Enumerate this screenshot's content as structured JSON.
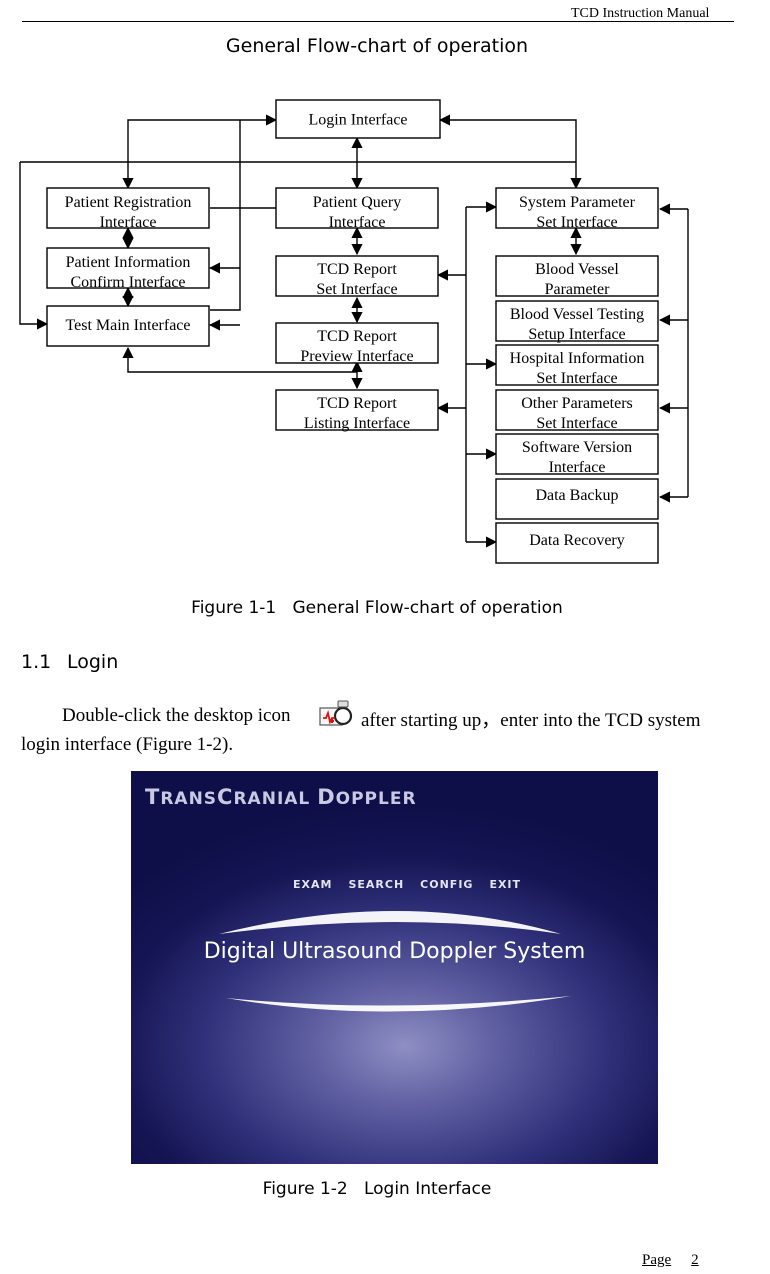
{
  "header": {
    "manual_title": "TCD Instruction Manual"
  },
  "chart_title": "General Flow-chart of operation",
  "flowchart": {
    "login": {
      "line1": "Login Interface"
    },
    "left": [
      {
        "line1": "Patient Registration",
        "line2": "Interface"
      },
      {
        "line1": "Patient Information",
        "line2": "Confirm Interface"
      },
      {
        "line1": "Test Main Interface"
      }
    ],
    "middle": [
      {
        "line1": "Patient Query",
        "line2": "Interface"
      },
      {
        "line1": "TCD Report",
        "line2": "Set Interface"
      },
      {
        "line1": "TCD Report",
        "line2": "Preview Interface"
      },
      {
        "line1": "TCD Report",
        "line2": "Listing Interface"
      }
    ],
    "right": [
      {
        "line1": "System Parameter",
        "line2": "Set Interface"
      },
      {
        "line1": "Blood Vessel",
        "line2": "Parameter"
      },
      {
        "line1": "Blood Vessel Testing",
        "line2": "Setup Interface"
      },
      {
        "line1": "Hospital Information",
        "line2": "Set Interface"
      },
      {
        "line1": "Other Parameters",
        "line2": "Set Interface"
      },
      {
        "line1": "Software Version",
        "line2": "Interface"
      },
      {
        "line1": "Data Backup"
      },
      {
        "line1": "Data Recovery"
      }
    ]
  },
  "figure1": {
    "number": "Figure 1-1",
    "title": "General Flow-chart of operation"
  },
  "section": {
    "number": "1.1",
    "title": "Login"
  },
  "paragraph": {
    "part1": "Double-click the desktop icon",
    "part2": "after starting up，enter into the TCD system",
    "part3": "login interface (Figure 1-2)."
  },
  "desktop_icon": "tcd-app-icon",
  "login_screen": {
    "brand": {
      "t1": "T",
      "t2": "RANS",
      "t3": "C",
      "t4": "RANIAL ",
      "t5": "D",
      "t6": "OPPLER"
    },
    "menu": [
      "EXAM",
      "SEARCH",
      "CONFIG",
      "EXIT"
    ],
    "system_title": "Digital Ultrasound Doppler System",
    "colors": {
      "background_dark": "#0e0e48",
      "background_glow": "#8f8fc4"
    }
  },
  "figure2": {
    "number": "Figure 1-2",
    "title": "Login Interface"
  },
  "footer": {
    "page_label": "Page",
    "page_number": "2"
  }
}
